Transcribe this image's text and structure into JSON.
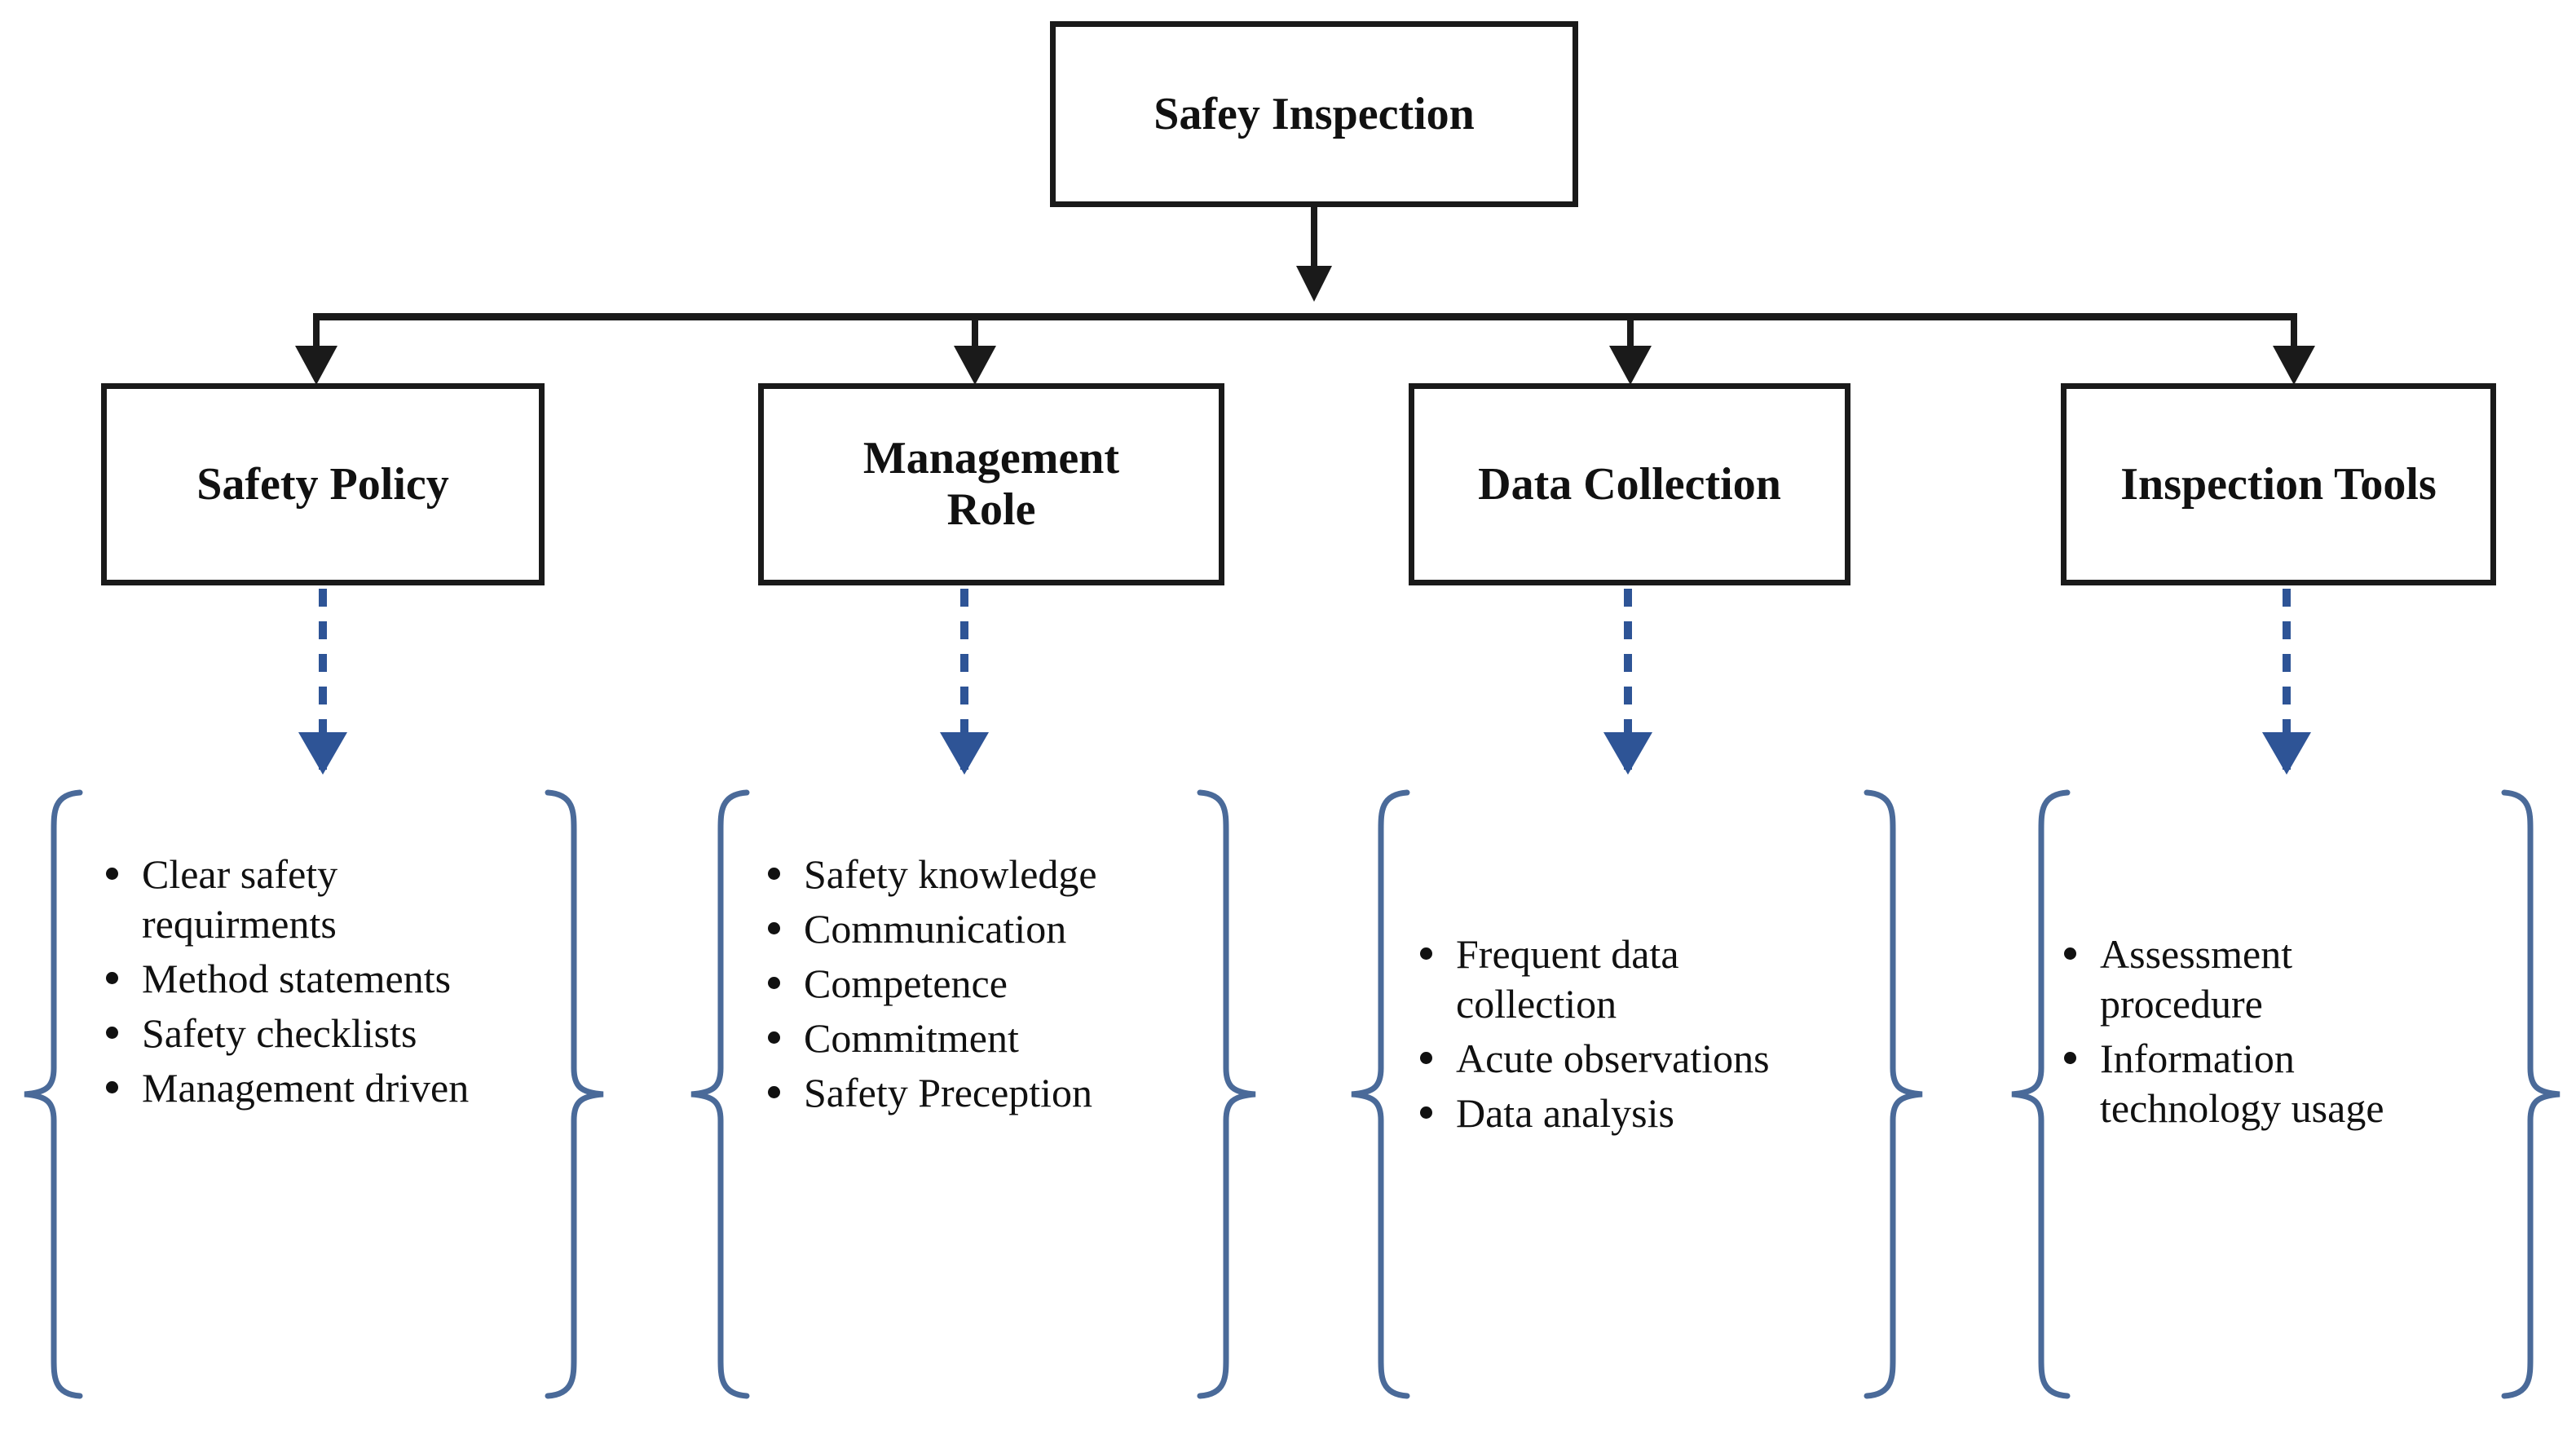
{
  "diagram": {
    "title": "Safey Inspection",
    "root": {
      "label": "Safey Inspection"
    },
    "branches": [
      {
        "label": "Safety Policy",
        "items": [
          "Clear safety requirments",
          "Method statements",
          "Safety checklists",
          "Management driven"
        ]
      },
      {
        "label": "Management\nRole",
        "items": [
          "Safety knowledge",
          "Communication",
          "Competence",
          "Commitment",
          "Safety Preception"
        ]
      },
      {
        "label": "Data Collection",
        "items": [
          "Frequent data collection",
          "Acute observations",
          "Data analysis"
        ]
      },
      {
        "label": "Inspection Tools",
        "items": [
          "Assessment procedure",
          "Information technology usage"
        ]
      }
    ],
    "colors": {
      "node_border": "#1a1a1a",
      "connector": "#1a1a1a",
      "dashed_arrow": "#2e5496",
      "brace": "#4a6a99",
      "background": "#ffffff",
      "text": "#111111"
    }
  }
}
